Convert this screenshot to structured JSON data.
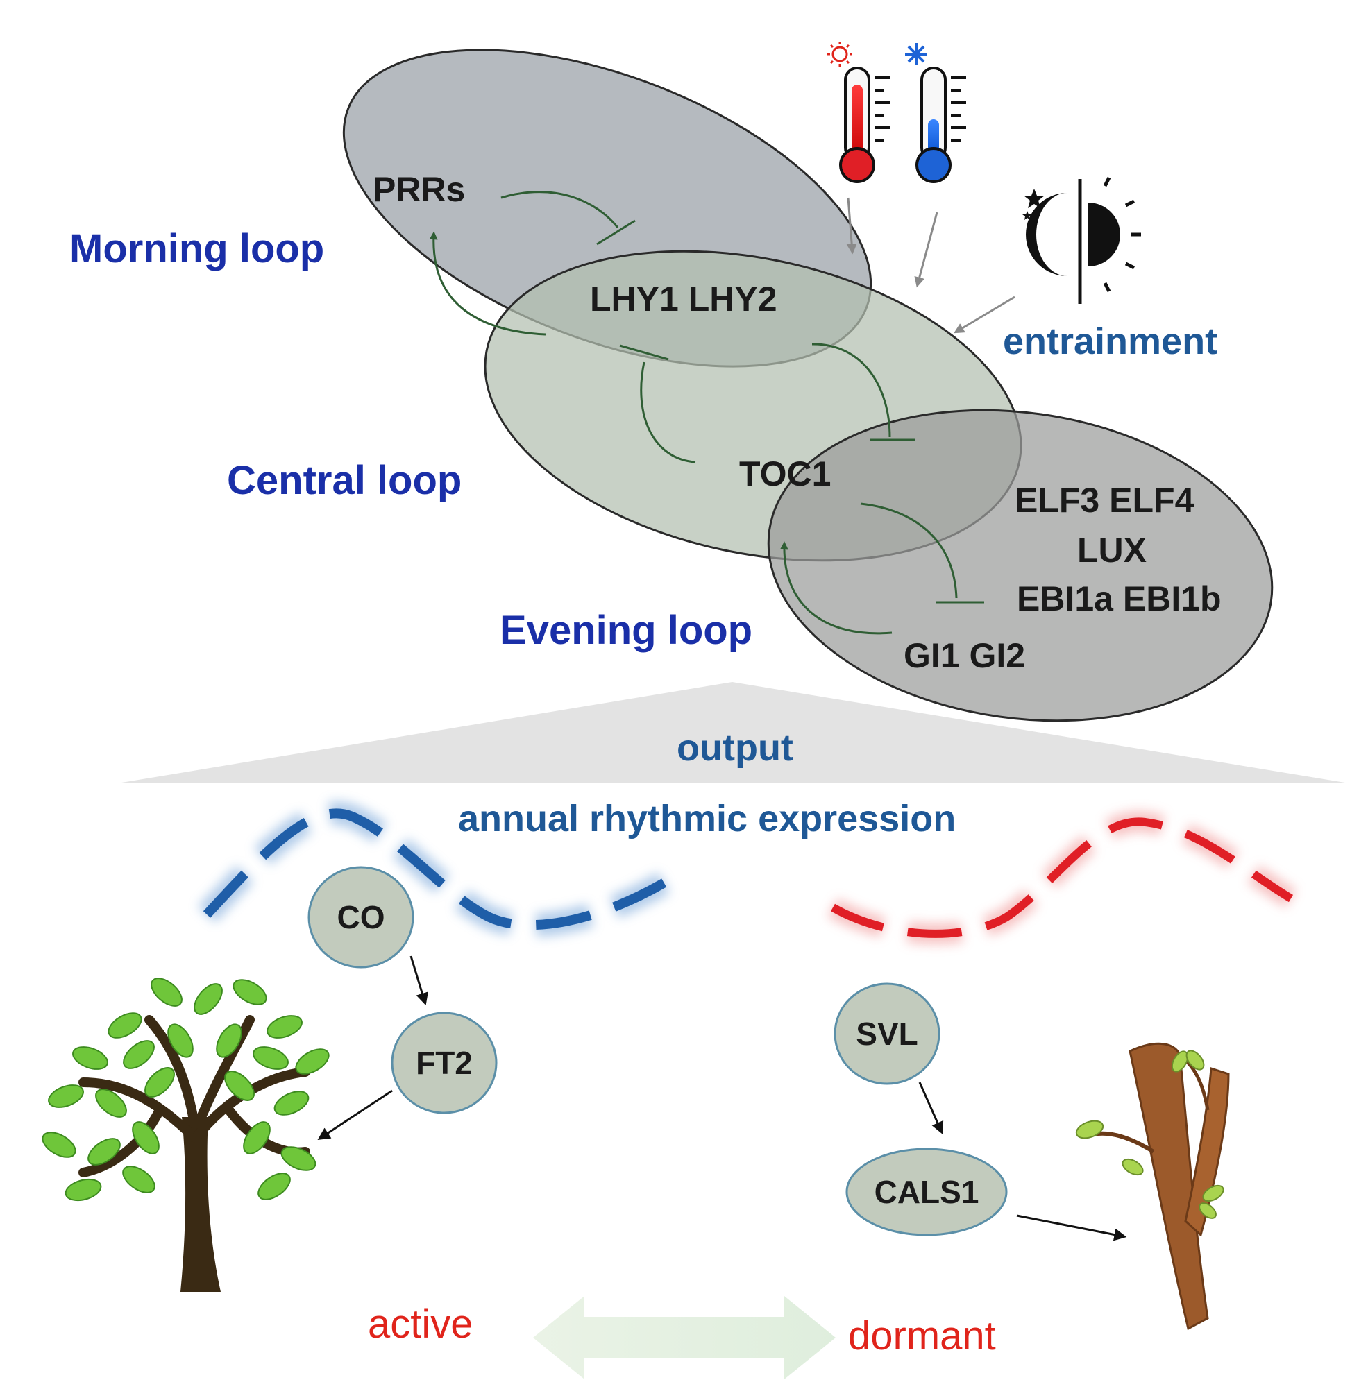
{
  "clock": {
    "loops": {
      "morning": "Morning loop",
      "central": "Central  loop",
      "evening": "Evening loop"
    },
    "genes": {
      "prrs": "PRRs",
      "lhy": "LHY1 LHY2",
      "toc1": "TOC1",
      "elf": "ELF3 ELF4",
      "lux": "LUX",
      "ebi": "EBI1a EBI1b",
      "gi": "GI1 GI2"
    },
    "entrainment": "entrainment"
  },
  "output": {
    "label": "output",
    "annual": "annual rhythmic expression"
  },
  "pathway": {
    "co": "CO",
    "ft2": "FT2",
    "svl": "SVL",
    "cals1": "CALS1"
  },
  "states": {
    "active": "active",
    "dormant": "dormant"
  },
  "colors": {
    "loop_label": "#1a2fa8",
    "output_label": "#1f5896",
    "state_label": "#e0241b",
    "regulation": "#2f5e34",
    "winter_wave": "#1f5ea8",
    "summer_wave": "#e01f26"
  }
}
